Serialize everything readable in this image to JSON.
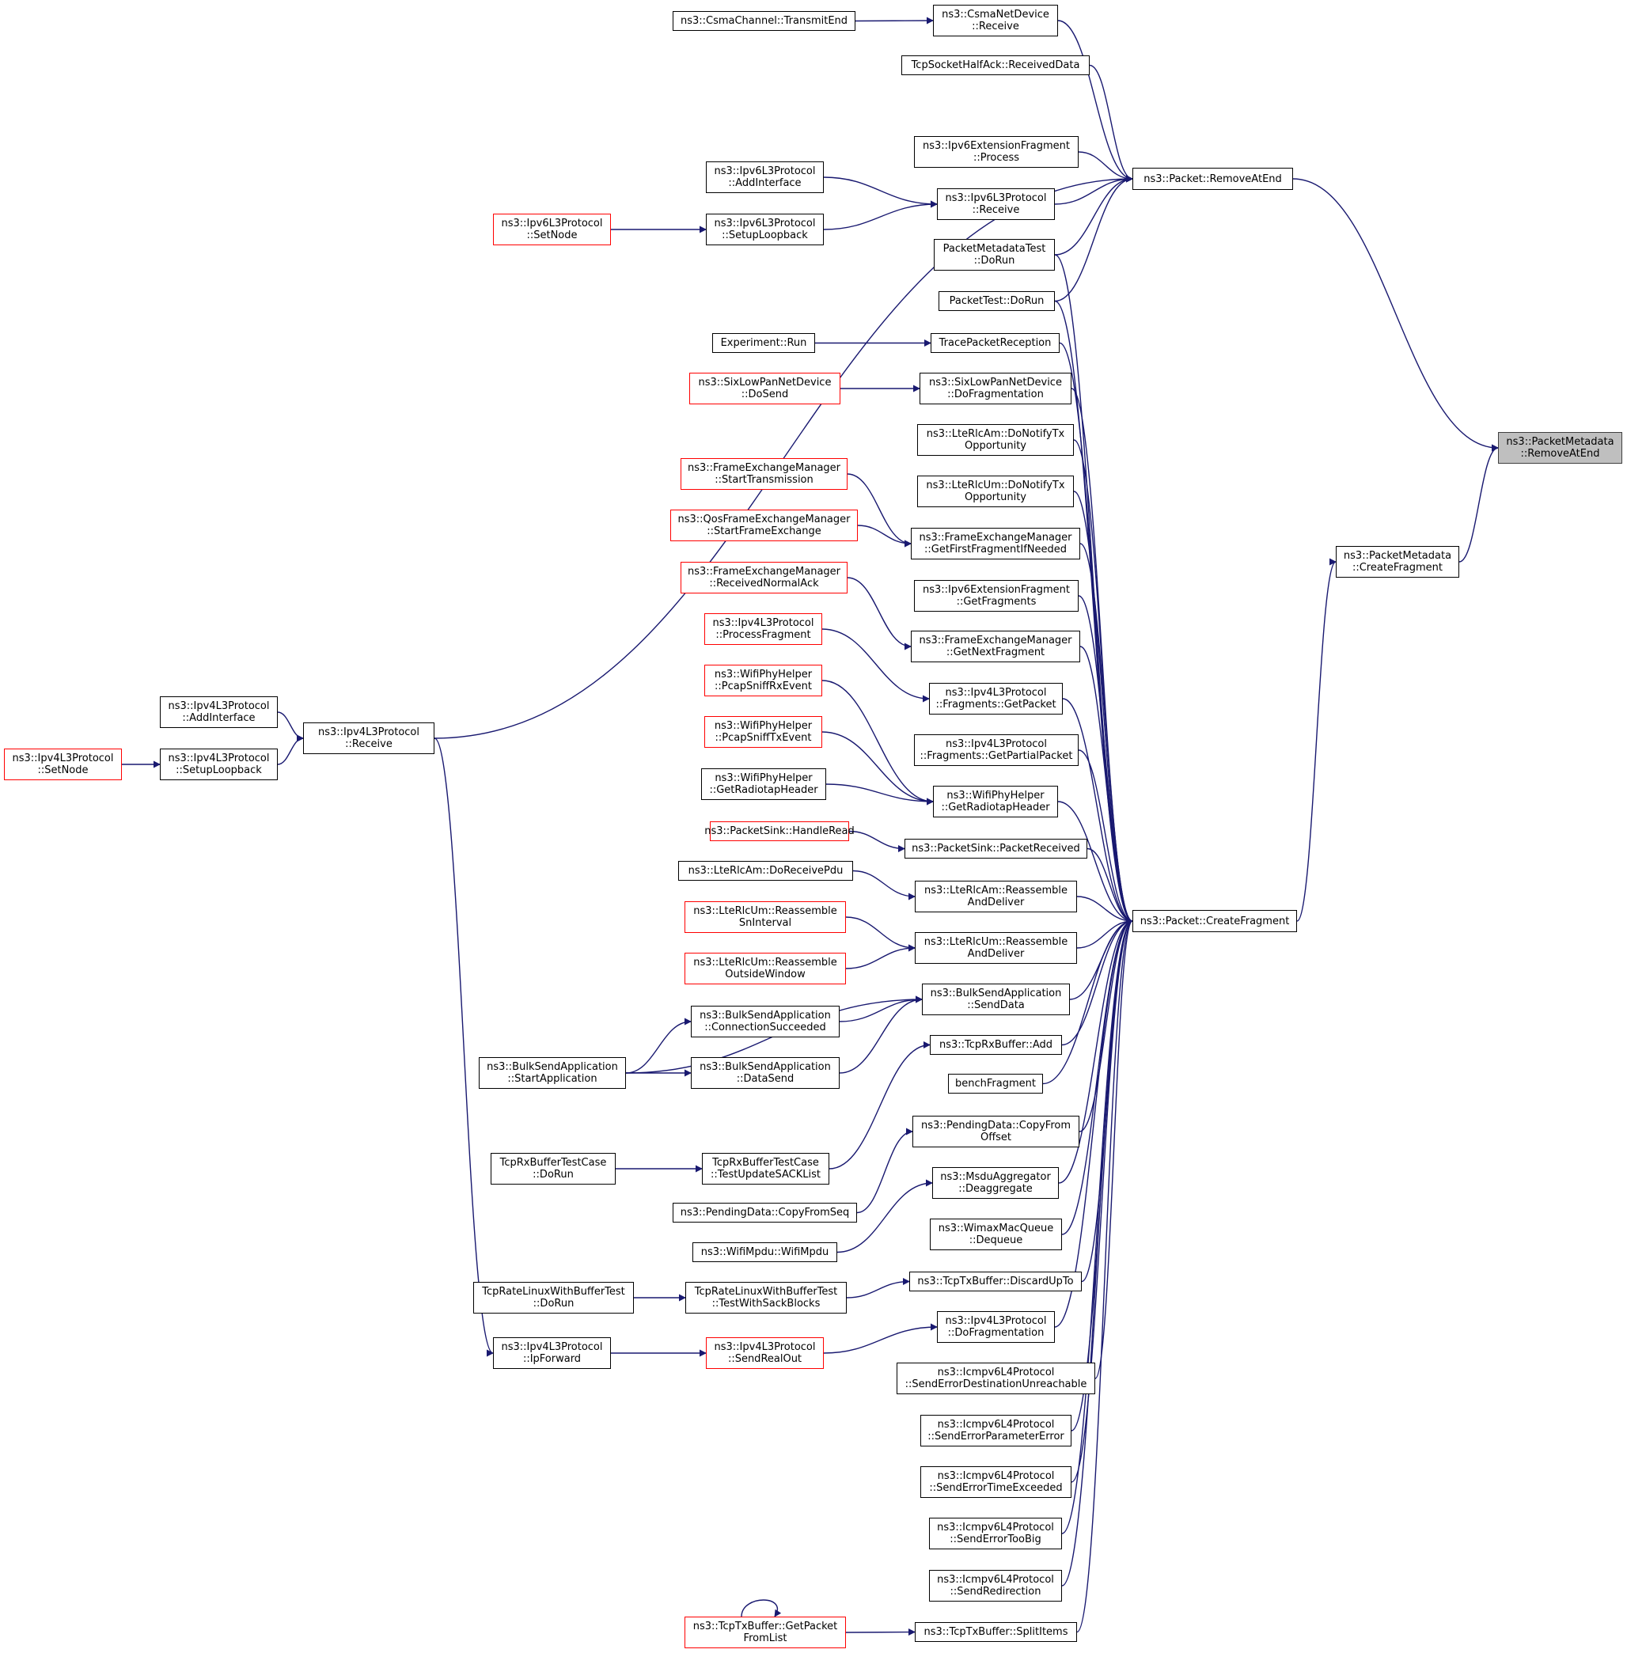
{
  "styles": {
    "edge_color": "#191970",
    "red_border": "#ff0000",
    "current_fill": "#bfbfbf"
  },
  "nodes": {
    "n_ptr": {
      "lines": [
        "ns3::PacketMetadata",
        "::RemoveAtEnd"
      ],
      "kind": "current"
    },
    "n_pcf": {
      "lines": [
        "ns3::PacketMetadata",
        "::CreateFragment"
      ],
      "kind": "normal"
    },
    "n_prae": {
      "lines": [
        "ns3::Packet::RemoveAtEnd"
      ],
      "kind": "normal"
    },
    "n_pkcf": {
      "lines": [
        "ns3::Packet::CreateFragment"
      ],
      "kind": "normal"
    },
    "n_csmand": {
      "lines": [
        "ns3::CsmaNetDevice",
        "::Receive"
      ],
      "kind": "normal"
    },
    "n_csmach": {
      "lines": [
        "ns3::CsmaChannel::TransmitEnd"
      ],
      "kind": "normal"
    },
    "n_tcphalf": {
      "lines": [
        "TcpSocketHalfAck::ReceivedData"
      ],
      "kind": "normal"
    },
    "n_ipv6ef": {
      "lines": [
        "ns3::Ipv6ExtensionFragment",
        "::Process"
      ],
      "kind": "normal"
    },
    "n_ipv6recv": {
      "lines": [
        "ns3::Ipv6L3Protocol",
        "::Receive"
      ],
      "kind": "normal"
    },
    "n_ipv6addif": {
      "lines": [
        "ns3::Ipv6L3Protocol",
        "::AddInterface"
      ],
      "kind": "normal"
    },
    "n_ipv6loop": {
      "lines": [
        "ns3::Ipv6L3Protocol",
        "::SetupLoopback"
      ],
      "kind": "normal"
    },
    "n_ipv6setnode": {
      "lines": [
        "ns3::Ipv6L3Protocol",
        "::SetNode"
      ],
      "kind": "red"
    },
    "n_pmtest": {
      "lines": [
        "PacketMetadataTest",
        "::DoRun"
      ],
      "kind": "normal"
    },
    "n_ptest": {
      "lines": [
        "PacketTest::DoRun"
      ],
      "kind": "normal"
    },
    "n_tracepr": {
      "lines": [
        "TracePacketReception"
      ],
      "kind": "normal"
    },
    "n_exprun": {
      "lines": [
        "Experiment::Run"
      ],
      "kind": "normal"
    },
    "n_sixfrag": {
      "lines": [
        "ns3::SixLowPanNetDevice",
        "::DoFragmentation"
      ],
      "kind": "normal"
    },
    "n_sixsend": {
      "lines": [
        "ns3::SixLowPanNetDevice",
        "::DoSend"
      ],
      "kind": "red"
    },
    "n_rlcamtx": {
      "lines": [
        "ns3::LteRlcAm::DoNotifyTx",
        "Opportunity"
      ],
      "kind": "normal"
    },
    "n_rlcumtx": {
      "lines": [
        "ns3::LteRlcUm::DoNotifyTx",
        "Opportunity"
      ],
      "kind": "normal"
    },
    "n_femstart": {
      "lines": [
        "ns3::FrameExchangeManager",
        "::StartTransmission"
      ],
      "kind": "red"
    },
    "n_qosfem": {
      "lines": [
        "ns3::QosFrameExchangeManager",
        "::StartFrameExchange"
      ],
      "kind": "red"
    },
    "n_femfirst": {
      "lines": [
        "ns3::FrameExchangeManager",
        "::GetFirstFragmentIfNeeded"
      ],
      "kind": "normal"
    },
    "n_femack": {
      "lines": [
        "ns3::FrameExchangeManager",
        "::ReceivedNormalAck"
      ],
      "kind": "red"
    },
    "n_ipv6getfr": {
      "lines": [
        "ns3::Ipv6ExtensionFragment",
        "::GetFragments"
      ],
      "kind": "normal"
    },
    "n_femnext": {
      "lines": [
        "ns3::FrameExchangeManager",
        "::GetNextFragment"
      ],
      "kind": "normal"
    },
    "n_ipv4procfr": {
      "lines": [
        "ns3::Ipv4L3Protocol",
        "::ProcessFragment"
      ],
      "kind": "red"
    },
    "n_ipv4getpkt": {
      "lines": [
        "ns3::Ipv4L3Protocol",
        "::Fragments::GetPacket"
      ],
      "kind": "normal"
    },
    "n_wifirx": {
      "lines": [
        "ns3::WifiPhyHelper",
        "::PcapSniffRxEvent"
      ],
      "kind": "red"
    },
    "n_wifitx": {
      "lines": [
        "ns3::WifiPhyHelper",
        "::PcapSniffTxEvent"
      ],
      "kind": "red"
    },
    "n_ipv4partial": {
      "lines": [
        "ns3::Ipv4L3Protocol",
        "::Fragments::GetPartialPacket"
      ],
      "kind": "normal"
    },
    "n_radiotap1": {
      "lines": [
        "ns3::WifiPhyHelper",
        "::GetRadiotapHeader"
      ],
      "kind": "normal"
    },
    "n_radiotap2": {
      "lines": [
        "ns3::WifiPhyHelper",
        "::GetRadiotapHeader"
      ],
      "kind": "normal"
    },
    "n_sinkread": {
      "lines": [
        "ns3::PacketSink::HandleRead"
      ],
      "kind": "red"
    },
    "n_sinkrecv": {
      "lines": [
        "ns3::PacketSink::PacketReceived"
      ],
      "kind": "normal"
    },
    "n_rlcampdu": {
      "lines": [
        "ns3::LteRlcAm::DoReceivePdu"
      ],
      "kind": "normal"
    },
    "n_rlcamre": {
      "lines": [
        "ns3::LteRlcAm::Reassemble",
        "AndDeliver"
      ],
      "kind": "normal"
    },
    "n_rlcumsn": {
      "lines": [
        "ns3::LteRlcUm::Reassemble",
        "SnInterval"
      ],
      "kind": "red"
    },
    "n_rlcumout": {
      "lines": [
        "ns3::LteRlcUm::Reassemble",
        "OutsideWindow"
      ],
      "kind": "red"
    },
    "n_rlcumre": {
      "lines": [
        "ns3::LteRlcUm::Reassemble",
        "AndDeliver"
      ],
      "kind": "normal"
    },
    "n_bulksend": {
      "lines": [
        "ns3::BulkSendApplication",
        "::SendData"
      ],
      "kind": "normal"
    },
    "n_bulkconn": {
      "lines": [
        "ns3::BulkSendApplication",
        "::ConnectionSucceeded"
      ],
      "kind": "normal"
    },
    "n_bulkdata": {
      "lines": [
        "ns3::BulkSendApplication",
        "::DataSend"
      ],
      "kind": "normal"
    },
    "n_bulkstart": {
      "lines": [
        "ns3::BulkSendApplication",
        "::StartApplication"
      ],
      "kind": "normal"
    },
    "n_tcprxadd": {
      "lines": [
        "ns3::TcpRxBuffer::Add"
      ],
      "kind": "normal"
    },
    "n_bench": {
      "lines": [
        "benchFragment"
      ],
      "kind": "normal"
    },
    "n_pendcopy": {
      "lines": [
        "ns3::PendingData::CopyFrom",
        "Offset"
      ],
      "kind": "normal"
    },
    "n_rxtestrun": {
      "lines": [
        "TcpRxBufferTestCase",
        "::DoRun"
      ],
      "kind": "normal"
    },
    "n_rxtestsack": {
      "lines": [
        "TcpRxBufferTestCase",
        "::TestUpdateSACKList"
      ],
      "kind": "normal"
    },
    "n_pendseq": {
      "lines": [
        "ns3::PendingData::CopyFromSeq"
      ],
      "kind": "normal"
    },
    "n_msdu": {
      "lines": [
        "ns3::MsduAggregator",
        "::Deaggregate"
      ],
      "kind": "normal"
    },
    "n_wifimpdu": {
      "lines": [
        "ns3::WifiMpdu::WifiMpdu"
      ],
      "kind": "normal"
    },
    "n_wimax": {
      "lines": [
        "ns3::WimaxMacQueue",
        "::Dequeue"
      ],
      "kind": "normal"
    },
    "n_tcptxdisc": {
      "lines": [
        "ns3::TcpTxBuffer::DiscardUpTo"
      ],
      "kind": "normal"
    },
    "n_ratetest": {
      "lines": [
        "TcpRateLinuxWithBufferTest",
        "::TestWithSackBlocks"
      ],
      "kind": "normal"
    },
    "n_raterun": {
      "lines": [
        "TcpRateLinuxWithBufferTest",
        "::DoRun"
      ],
      "kind": "normal"
    },
    "n_ipv4dofrag": {
      "lines": [
        "ns3::Ipv4L3Protocol",
        "::DoFragmentation"
      ],
      "kind": "normal"
    },
    "n_ipv4sendreal": {
      "lines": [
        "ns3::Ipv4L3Protocol",
        "::SendRealOut"
      ],
      "kind": "red"
    },
    "n_ipv4fwd": {
      "lines": [
        "ns3::Ipv4L3Protocol",
        "::IpForward"
      ],
      "kind": "normal"
    },
    "n_ipv4recv": {
      "lines": [
        "ns3::Ipv4L3Protocol",
        "::Receive"
      ],
      "kind": "normal"
    },
    "n_ipv4addif": {
      "lines": [
        "ns3::Ipv4L3Protocol",
        "::AddInterface"
      ],
      "kind": "normal"
    },
    "n_ipv4loop": {
      "lines": [
        "ns3::Ipv4L3Protocol",
        "::SetupLoopback"
      ],
      "kind": "normal"
    },
    "n_ipv4setnode": {
      "lines": [
        "ns3::Ipv4L3Protocol",
        "::SetNode"
      ],
      "kind": "red"
    },
    "n_icmpdest": {
      "lines": [
        "ns3::Icmpv6L4Protocol",
        "::SendErrorDestinationUnreachable"
      ],
      "kind": "normal"
    },
    "n_icmpparam": {
      "lines": [
        "ns3::Icmpv6L4Protocol",
        "::SendErrorParameterError"
      ],
      "kind": "normal"
    },
    "n_icmptime": {
      "lines": [
        "ns3::Icmpv6L4Protocol",
        "::SendErrorTimeExceeded"
      ],
      "kind": "normal"
    },
    "n_icmpbig": {
      "lines": [
        "ns3::Icmpv6L4Protocol",
        "::SendErrorTooBig"
      ],
      "kind": "normal"
    },
    "n_icmpredir": {
      "lines": [
        "ns3::Icmpv6L4Protocol",
        "::SendRedirection"
      ],
      "kind": "normal"
    },
    "n_tcptxsplit": {
      "lines": [
        "ns3::TcpTxBuffer::SplitItems"
      ],
      "kind": "normal"
    },
    "n_tcptxget": {
      "lines": [
        "ns3::TcpTxBuffer::GetPacket",
        "FromList"
      ],
      "kind": "red"
    }
  },
  "edges": [
    [
      "n_pcf",
      "n_ptr"
    ],
    [
      "n_prae",
      "n_ptr"
    ],
    [
      "n_pkcf",
      "n_pcf"
    ],
    [
      "n_csmand",
      "n_prae"
    ],
    [
      "n_tcphalf",
      "n_prae"
    ],
    [
      "n_ipv4recv",
      "n_prae"
    ],
    [
      "n_ipv6ef",
      "n_prae"
    ],
    [
      "n_ipv6recv",
      "n_prae"
    ],
    [
      "n_pmtest",
      "n_prae"
    ],
    [
      "n_ptest",
      "n_prae"
    ],
    [
      "n_csmach",
      "n_csmand"
    ],
    [
      "n_ipv6addif",
      "n_ipv6recv"
    ],
    [
      "n_ipv6loop",
      "n_ipv6recv"
    ],
    [
      "n_ipv6setnode",
      "n_ipv6loop"
    ],
    [
      "n_ipv4addif",
      "n_ipv4recv"
    ],
    [
      "n_ipv4loop",
      "n_ipv4recv"
    ],
    [
      "n_ipv4setnode",
      "n_ipv4loop"
    ],
    [
      "n_ipv4recv",
      "n_ipv4fwd"
    ],
    [
      "n_pmtest",
      "n_pkcf"
    ],
    [
      "n_ptest",
      "n_pkcf"
    ],
    [
      "n_tracepr",
      "n_pkcf"
    ],
    [
      "n_sixfrag",
      "n_pkcf"
    ],
    [
      "n_rlcamtx",
      "n_pkcf"
    ],
    [
      "n_rlcumtx",
      "n_pkcf"
    ],
    [
      "n_femfirst",
      "n_pkcf"
    ],
    [
      "n_ipv6getfr",
      "n_pkcf"
    ],
    [
      "n_femnext",
      "n_pkcf"
    ],
    [
      "n_ipv4getpkt",
      "n_pkcf"
    ],
    [
      "n_ipv4partial",
      "n_pkcf"
    ],
    [
      "n_radiotap2",
      "n_pkcf"
    ],
    [
      "n_sinkrecv",
      "n_pkcf"
    ],
    [
      "n_rlcamre",
      "n_pkcf"
    ],
    [
      "n_rlcumre",
      "n_pkcf"
    ],
    [
      "n_bulksend",
      "n_pkcf"
    ],
    [
      "n_tcprxadd",
      "n_pkcf"
    ],
    [
      "n_bench",
      "n_pkcf"
    ],
    [
      "n_pendcopy",
      "n_pkcf"
    ],
    [
      "n_msdu",
      "n_pkcf"
    ],
    [
      "n_wimax",
      "n_pkcf"
    ],
    [
      "n_tcptxdisc",
      "n_pkcf"
    ],
    [
      "n_ipv4dofrag",
      "n_pkcf"
    ],
    [
      "n_icmpdest",
      "n_pkcf"
    ],
    [
      "n_icmpparam",
      "n_pkcf"
    ],
    [
      "n_icmptime",
      "n_pkcf"
    ],
    [
      "n_icmpbig",
      "n_pkcf"
    ],
    [
      "n_icmpredir",
      "n_pkcf"
    ],
    [
      "n_tcptxsplit",
      "n_pkcf"
    ],
    [
      "n_exprun",
      "n_tracepr"
    ],
    [
      "n_sixsend",
      "n_sixfrag"
    ],
    [
      "n_femstart",
      "n_femfirst"
    ],
    [
      "n_qosfem",
      "n_femfirst"
    ],
    [
      "n_femack",
      "n_femnext"
    ],
    [
      "n_ipv4procfr",
      "n_ipv4getpkt"
    ],
    [
      "n_wifirx",
      "n_radiotap2"
    ],
    [
      "n_wifitx",
      "n_radiotap2"
    ],
    [
      "n_radiotap1",
      "n_radiotap2"
    ],
    [
      "n_sinkread",
      "n_sinkrecv"
    ],
    [
      "n_rlcampdu",
      "n_rlcamre"
    ],
    [
      "n_rlcumsn",
      "n_rlcumre"
    ],
    [
      "n_rlcumout",
      "n_rlcumre"
    ],
    [
      "n_bulkconn",
      "n_bulksend"
    ],
    [
      "n_bulkdata",
      "n_bulksend"
    ],
    [
      "n_bulkstart",
      "n_bulksend"
    ],
    [
      "n_bulkstart",
      "n_bulkconn"
    ],
    [
      "n_bulkstart",
      "n_bulkdata"
    ],
    [
      "n_rxtestsack",
      "n_tcprxadd"
    ],
    [
      "n_rxtestrun",
      "n_rxtestsack"
    ],
    [
      "n_pendseq",
      "n_pendcopy"
    ],
    [
      "n_wifimpdu",
      "n_msdu"
    ],
    [
      "n_ratetest",
      "n_tcptxdisc"
    ],
    [
      "n_raterun",
      "n_ratetest"
    ],
    [
      "n_ipv4sendreal",
      "n_ipv4dofrag"
    ],
    [
      "n_ipv4fwd",
      "n_ipv4sendreal"
    ],
    [
      "n_tcptxget",
      "n_tcptxsplit"
    ],
    [
      "n_tcptxget",
      "n_tcptxget"
    ]
  ]
}
